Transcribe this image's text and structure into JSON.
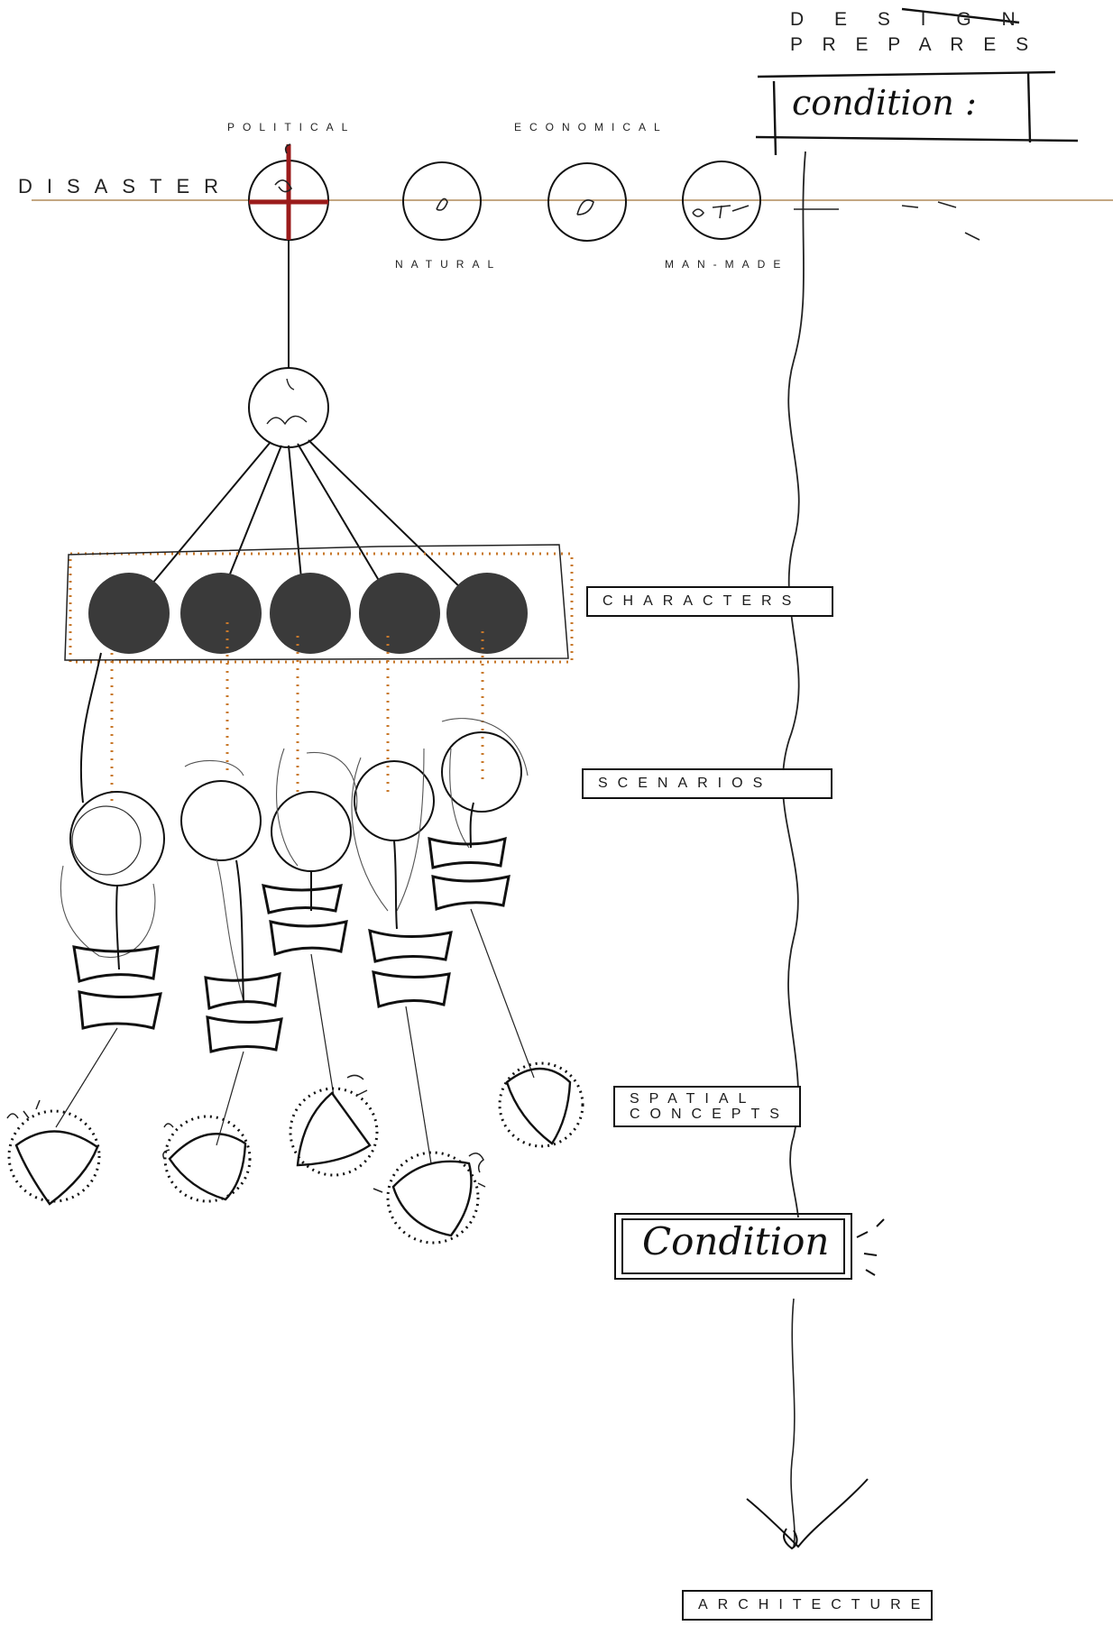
{
  "header": {
    "design": "D E S I G N",
    "prepares": "P R E P A R E S",
    "condition_top": "condition :"
  },
  "disaster": {
    "label": "DISASTER",
    "types": {
      "political": "POLITICAL",
      "economical": "ECONOMICAL",
      "natural": "NATURAL",
      "man_made": "MAN-MADE"
    }
  },
  "stages": {
    "characters": "CHARACTERS",
    "scenarios": "SCENARIOS",
    "spatial_concepts_line1": "SPATIAL",
    "spatial_concepts_line2": "CONCEPTS",
    "condition_mid": "Condition",
    "architecture": "ARCHITECTURE"
  },
  "colors": {
    "ink": "#111111",
    "timeline": "#b08a5a",
    "accent_red": "#9b1b1b",
    "dotted_orange": "#c8782a",
    "character_fill": "#3a3a3a"
  }
}
